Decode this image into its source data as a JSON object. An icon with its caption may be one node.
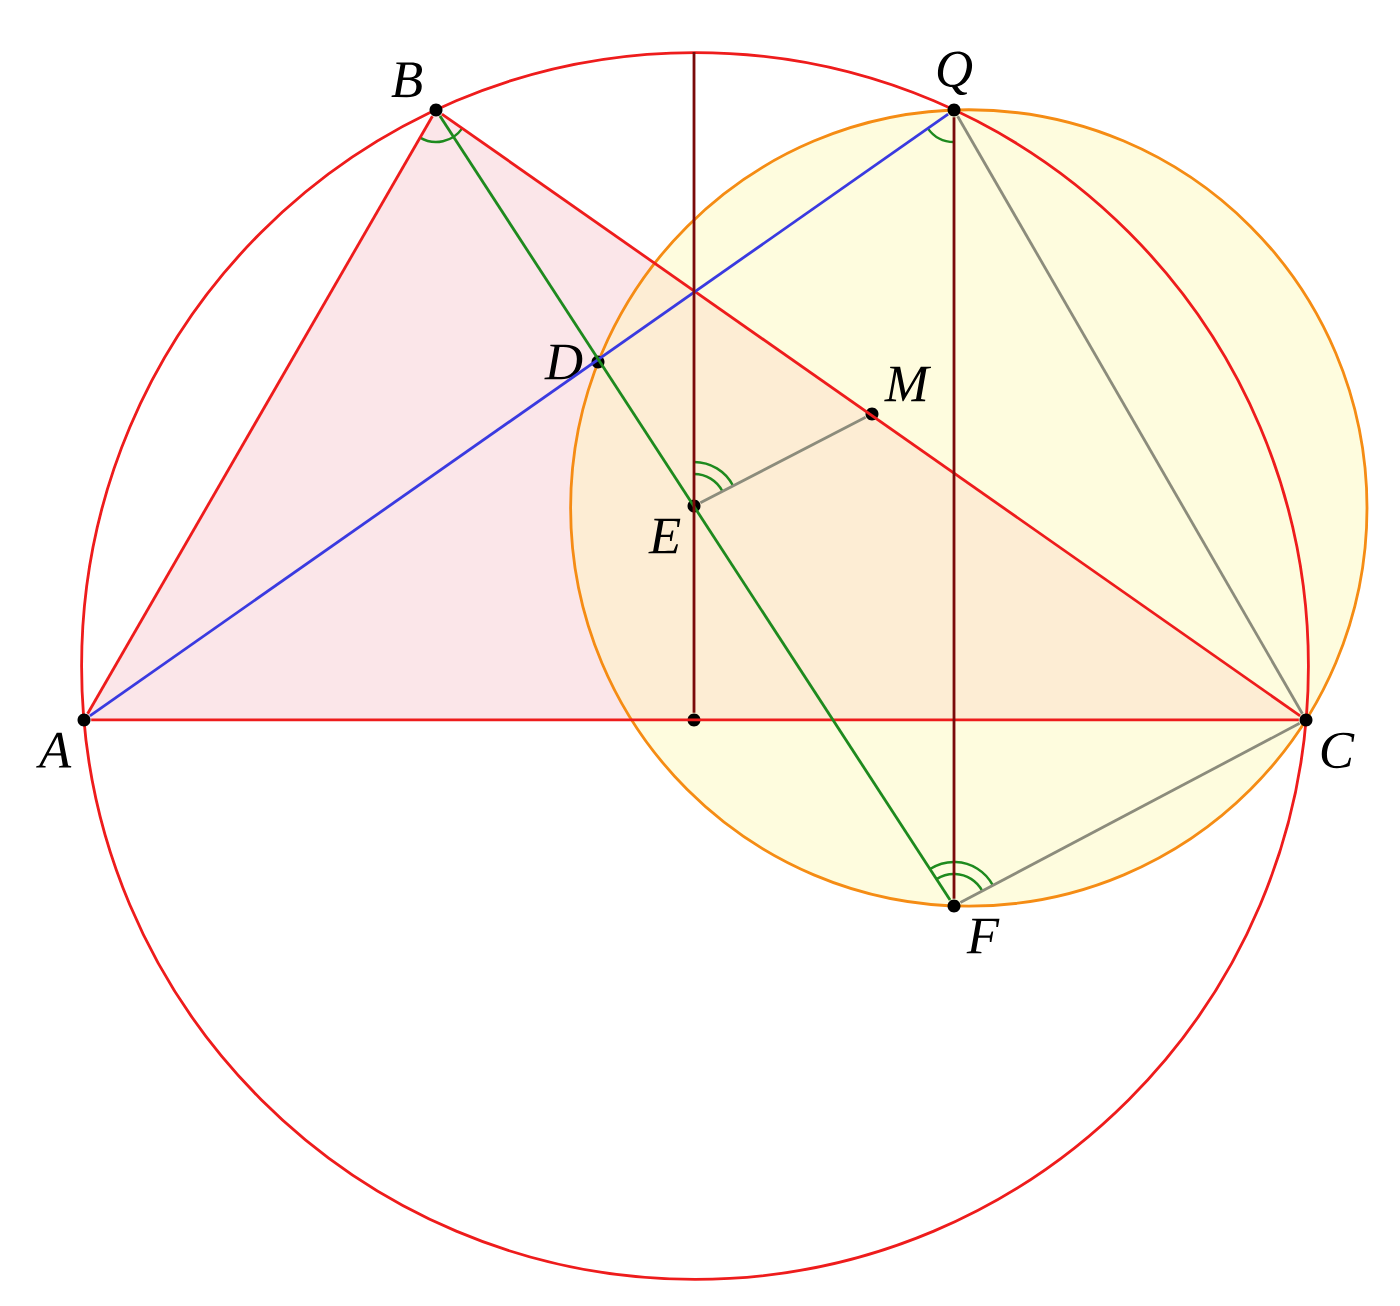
{
  "diagram": {
    "nodes": [
      {
        "text": [
          "A"
        ]
      },
      {
        "text": [
          "B"
        ]
      },
      {
        "text": [
          "C"
        ]
      },
      {
        "text": [
          "D"
        ]
      },
      {
        "text": [
          "E"
        ]
      },
      {
        "text": [
          "F"
        ]
      },
      {
        "text": [
          "M"
        ]
      },
      {
        "text": [
          "Q"
        ]
      },
      {
        "text": [],
        "shape": "circle"
      }
    ],
    "edges": [
      {
        "from": 0,
        "to": 1,
        "arrow": "none",
        "color": "#ee1c1c"
      },
      {
        "from": 1,
        "to": 2,
        "arrow": "none",
        "color": "#ee1c1c"
      },
      {
        "from": 0,
        "to": 2,
        "arrow": "none",
        "color": "#ee1c1c"
      },
      {
        "from": 0,
        "to": 7,
        "arrow": "none",
        "color": "#3a3ae0"
      },
      {
        "from": 1,
        "to": 5,
        "arrow": "none",
        "color": "#1e8a1e"
      },
      {
        "from": null,
        "to": 8,
        "arrow": "none",
        "color": "#7a0a0a"
      },
      {
        "from": 7,
        "to": 5,
        "arrow": "none",
        "color": "#7a0a0a"
      },
      {
        "from": 7,
        "to": 2,
        "arrow": "none",
        "color": "#8c8c7c"
      },
      {
        "from": 5,
        "to": 2,
        "arrow": "none",
        "color": "#8c8c7c"
      },
      {
        "from": 4,
        "to": 6,
        "arrow": "none",
        "color": "#8c8c7c"
      }
    ]
  }
}
